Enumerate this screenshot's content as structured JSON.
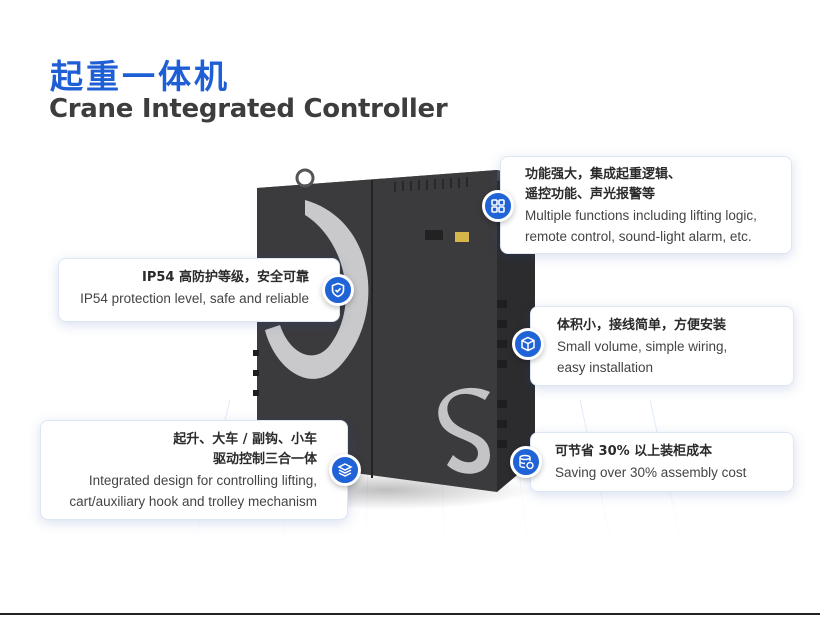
{
  "header": {
    "title_cn": "起重一体机",
    "title_en": "Crane Integrated Controller"
  },
  "features": {
    "top_right": {
      "cn_line1": "功能强大，集成起重逻辑、",
      "cn_line2": "遥控功能、声光报警等",
      "en_line1": "Multiple functions including lifting logic,",
      "en_line2": "remote control, sound-light alarm, etc.",
      "icon": "grid-icon"
    },
    "left_top": {
      "cn_line1": "IP54 高防护等级，安全可靠",
      "en_line1": "IP54 protection level, safe and reliable",
      "icon": "shield-check-icon"
    },
    "right_middle": {
      "cn_line1": "体积小，接线简单，方便安装",
      "en_line1": "Small volume, simple wiring,",
      "en_line2": "easy installation",
      "icon": "cube-icon"
    },
    "left_bottom": {
      "cn_line1": "起升、大车 / 副钩、小车",
      "cn_line2": "驱动控制三合一体",
      "en_line1": "Integrated design for controlling lifting,",
      "en_line2": "cart/auxiliary hook and trolley mechanism",
      "icon": "layers-icon"
    },
    "right_bottom": {
      "cn_line1": "可节省 30% 以上装柜成本",
      "en_line1": "Saving over 30% assembly cost",
      "icon": "database-cost-icon"
    }
  },
  "colors": {
    "accent": "#1f5fd6",
    "cabinet": "#3a3a3c"
  }
}
